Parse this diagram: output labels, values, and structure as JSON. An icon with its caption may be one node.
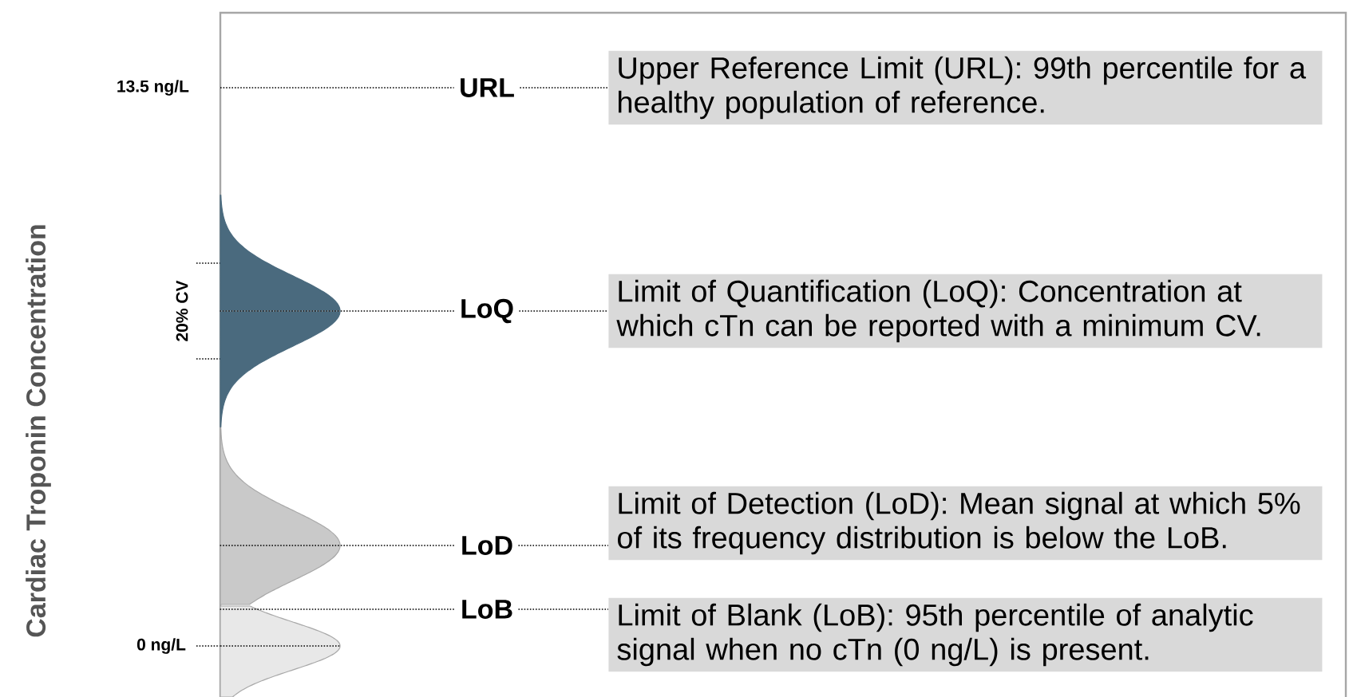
{
  "diagram": {
    "nodes": [
      {
        "text": [
          "URL"
        ]
      },
      {
        "text": [
          "Upper Reference Limit (URL): 99th percentile for a healthy population of reference."
        ]
      },
      {
        "text": [],
        "shape": "picture"
      },
      {
        "text": [
          "LoQ"
        ]
      },
      {
        "text": [
          "Limit of Quantification (LoQ): Concentration at which cTn can be reported with a minimum CV."
        ]
      },
      {
        "text": [],
        "shape": "picture"
      },
      {
        "text": [
          "LoD"
        ]
      },
      {
        "text": [
          "Limit of Detection (LoD): Mean signal at which 5% of its frequency distribution is below the LoB."
        ]
      },
      {
        "text": [
          "LoB"
        ]
      },
      {
        "text": [
          "Limit of Blank (LoB): 95th percentile of analytic signal when no cTn (0 ng/L) is present."
        ]
      },
      {
        "text": [],
        "shape": "picture"
      }
    ],
    "edges": [
      {
        "from": null,
        "to": 0,
        "arrow": "none",
        "style": "dashed"
      },
      {
        "from": 0,
        "to": 1,
        "arrow": "none",
        "style": "dashed"
      },
      {
        "from": 2,
        "to": 3,
        "arrow": "none",
        "style": "dashed"
      },
      {
        "from": 3,
        "to": 4,
        "arrow": "none",
        "style": "dashed"
      },
      {
        "from": 5,
        "to": 6,
        "arrow": "none",
        "style": "dashed"
      },
      {
        "from": 6,
        "to": 7,
        "arrow": "none",
        "style": "dashed"
      },
      {
        "from": 10,
        "to": 8,
        "arrow": "none",
        "style": "dashed"
      },
      {
        "from": 8,
        "to": 9,
        "arrow": "none",
        "style": "dashed"
      }
    ],
    "labels": [
      "Cardiac Troponin Concentration",
      "13.5 ng/L",
      "20% CV",
      "0 ng/L"
    ]
  }
}
